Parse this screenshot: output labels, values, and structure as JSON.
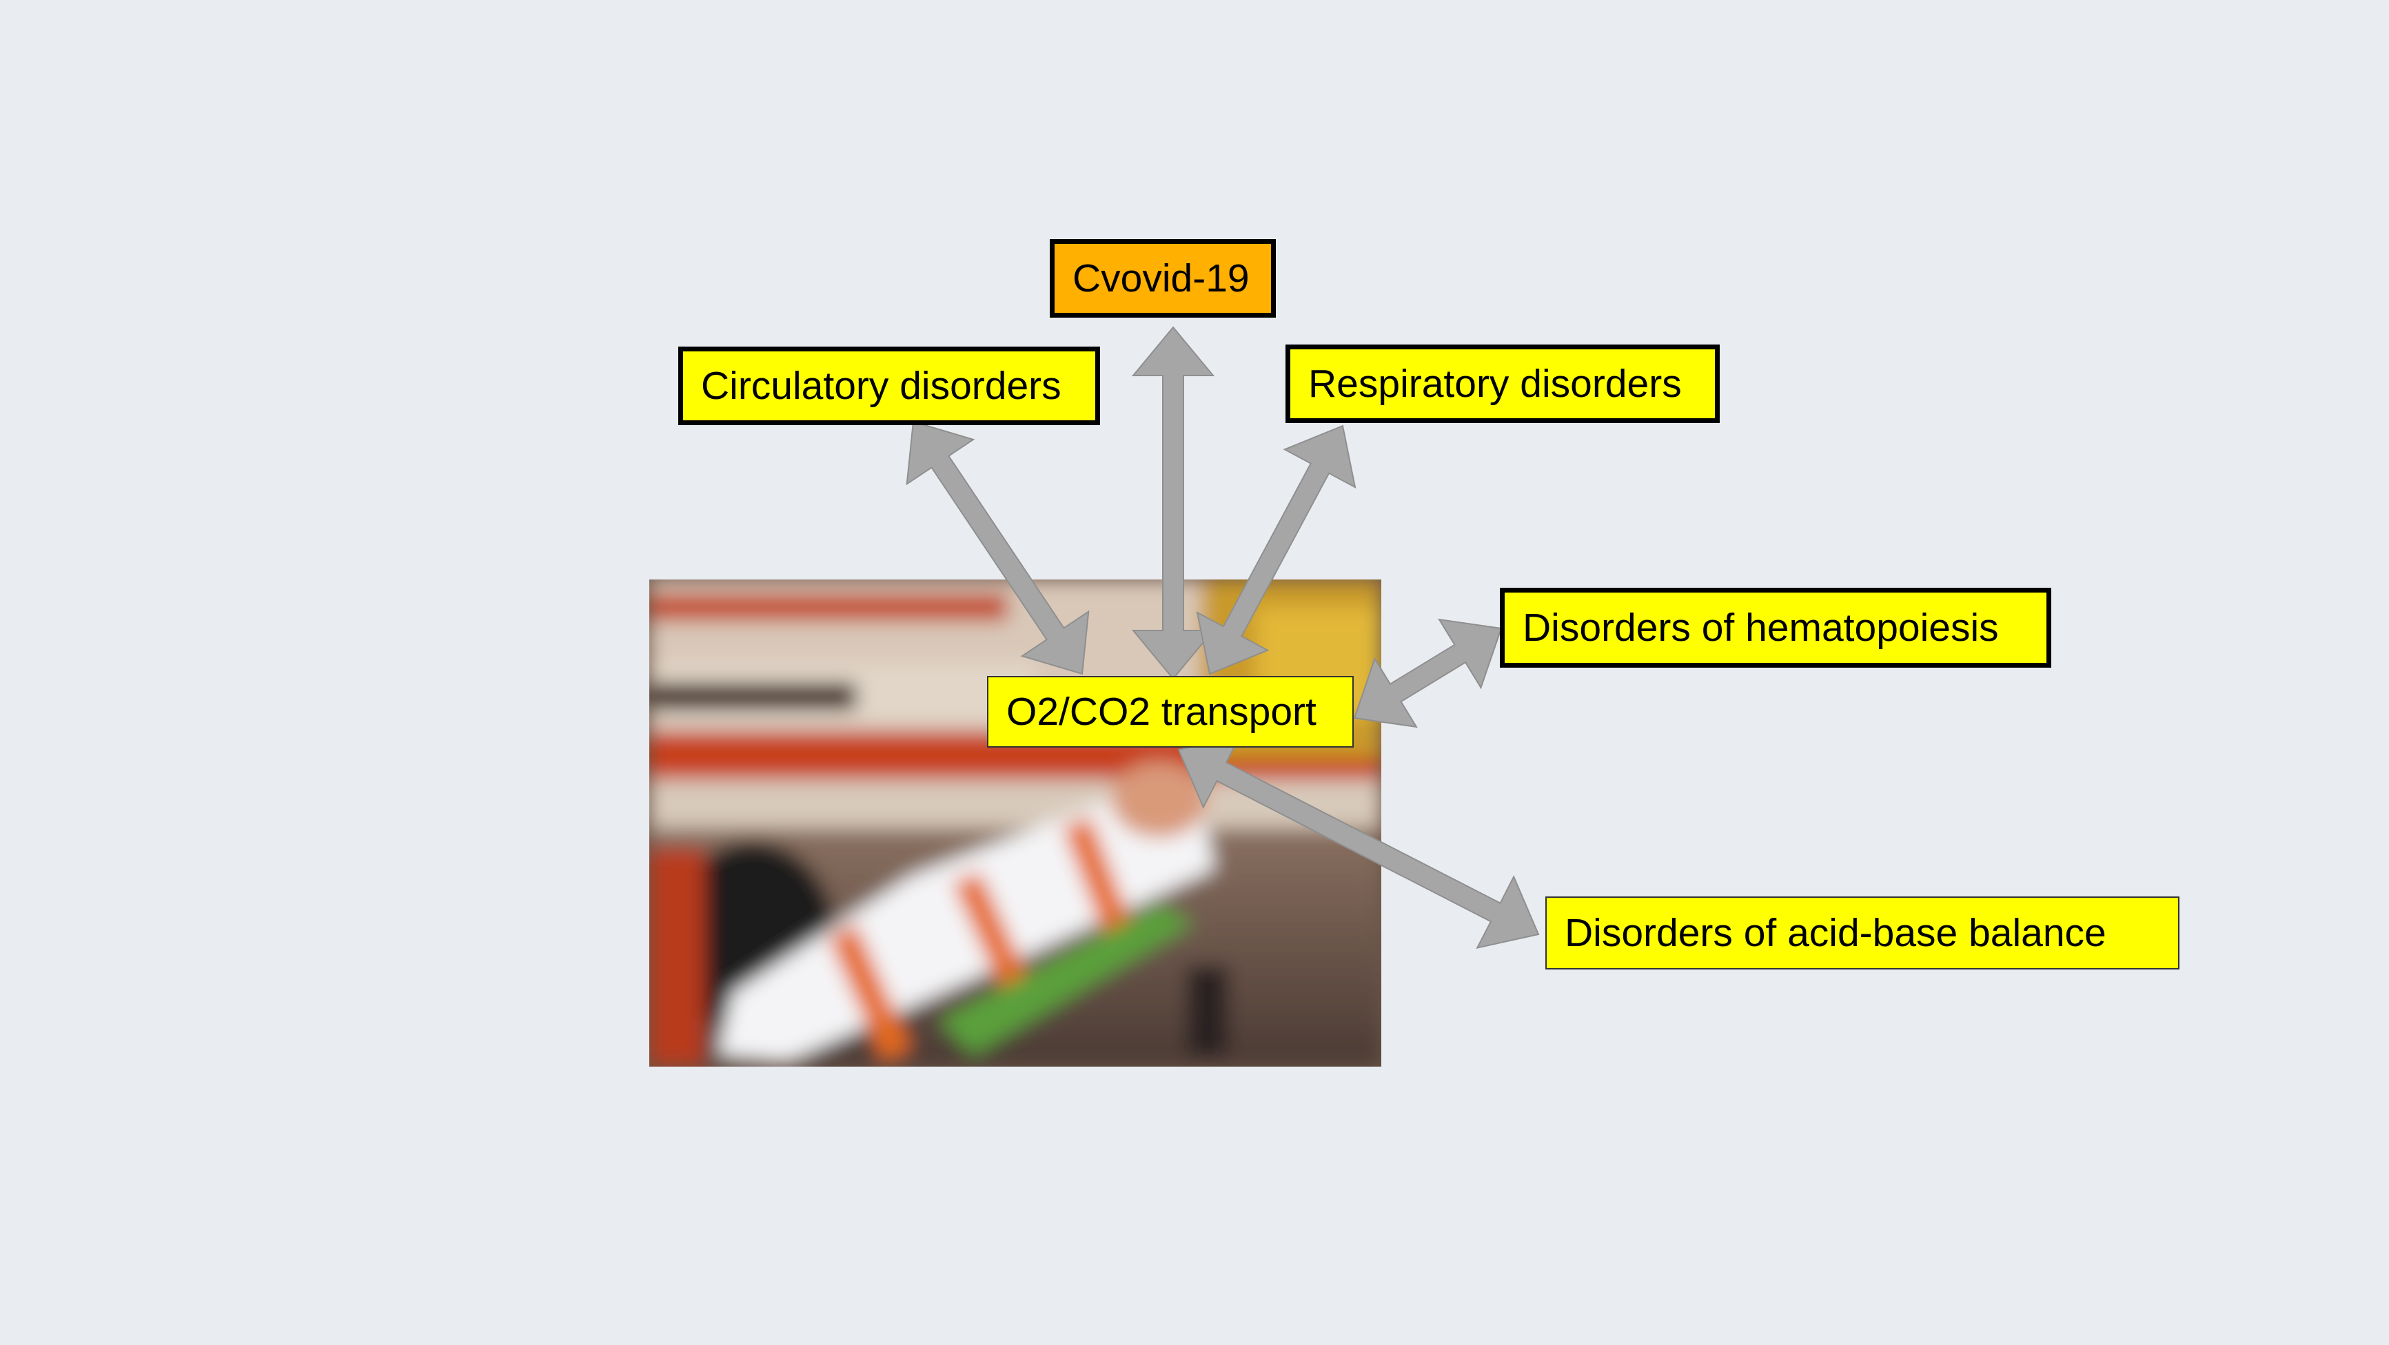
{
  "diagram": {
    "center": {
      "label": "O2/CO2 transport"
    },
    "nodes": [
      {
        "id": "covid",
        "label": "Cvovid-19",
        "fill": "#ffb000"
      },
      {
        "id": "circulatory",
        "label": "Circulatory disorders",
        "fill": "#ffff00"
      },
      {
        "id": "respiratory",
        "label": "Respiratory disorders",
        "fill": "#ffff00"
      },
      {
        "id": "hematopoiesis",
        "label": "Disorders of hematopoiesis",
        "fill": "#ffff00"
      },
      {
        "id": "acid-base",
        "label": "Disorders of acid-base balance",
        "fill": "#ffff00"
      }
    ],
    "edges": [
      {
        "from": "covid",
        "to": "center",
        "direction": "both"
      },
      {
        "from": "circulatory",
        "to": "center",
        "direction": "both"
      },
      {
        "from": "respiratory",
        "to": "center",
        "direction": "both"
      },
      {
        "from": "hematopoiesis",
        "to": "center",
        "direction": "both"
      },
      {
        "from": "acid-base",
        "to": "center",
        "direction": "both"
      }
    ],
    "arrow_color": "#a6a6a6",
    "background_color": "#e9edf2"
  }
}
